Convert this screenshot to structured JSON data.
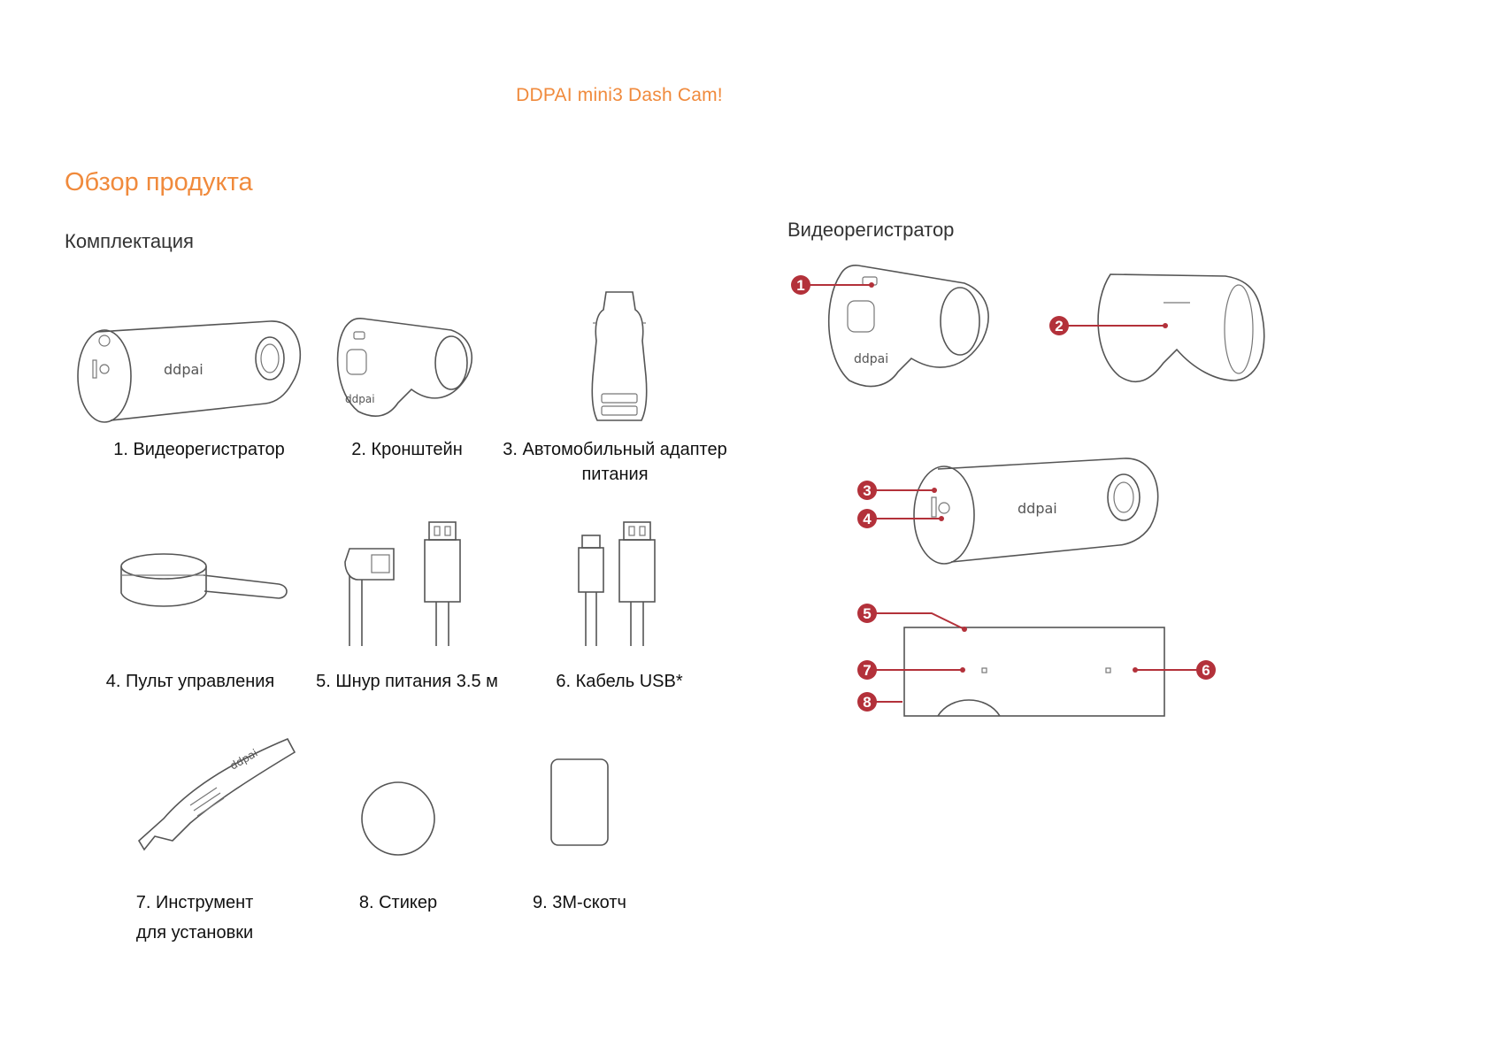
{
  "header": {
    "title": "DDPAI mini3 Dash Cam!"
  },
  "section": {
    "title": "Обзор продукта"
  },
  "package": {
    "title": "Комплектация",
    "items": [
      {
        "label": "1. Видеорегистратор"
      },
      {
        "label": "2. Кронштейн"
      },
      {
        "label_line1": "3. Автомобильный адаптер",
        "label_line2": "питания"
      },
      {
        "label": "4. Пульт управления"
      },
      {
        "label": "5. Шнур питания 3.5 м"
      },
      {
        "label": "6. Кабель USB*"
      },
      {
        "label_line1": "7. Инструмент",
        "label_line2": "для установки"
      },
      {
        "label": "8. Стикер"
      },
      {
        "label": "9. 3M-скотч"
      }
    ]
  },
  "device": {
    "title": "Видеорегистратор",
    "markers": [
      "1",
      "2",
      "3",
      "4",
      "5",
      "6",
      "7",
      "8"
    ]
  },
  "brand": {
    "logo_text": "ddpai"
  },
  "colors": {
    "accent": "#f08a3c",
    "marker": "#b3313a"
  }
}
